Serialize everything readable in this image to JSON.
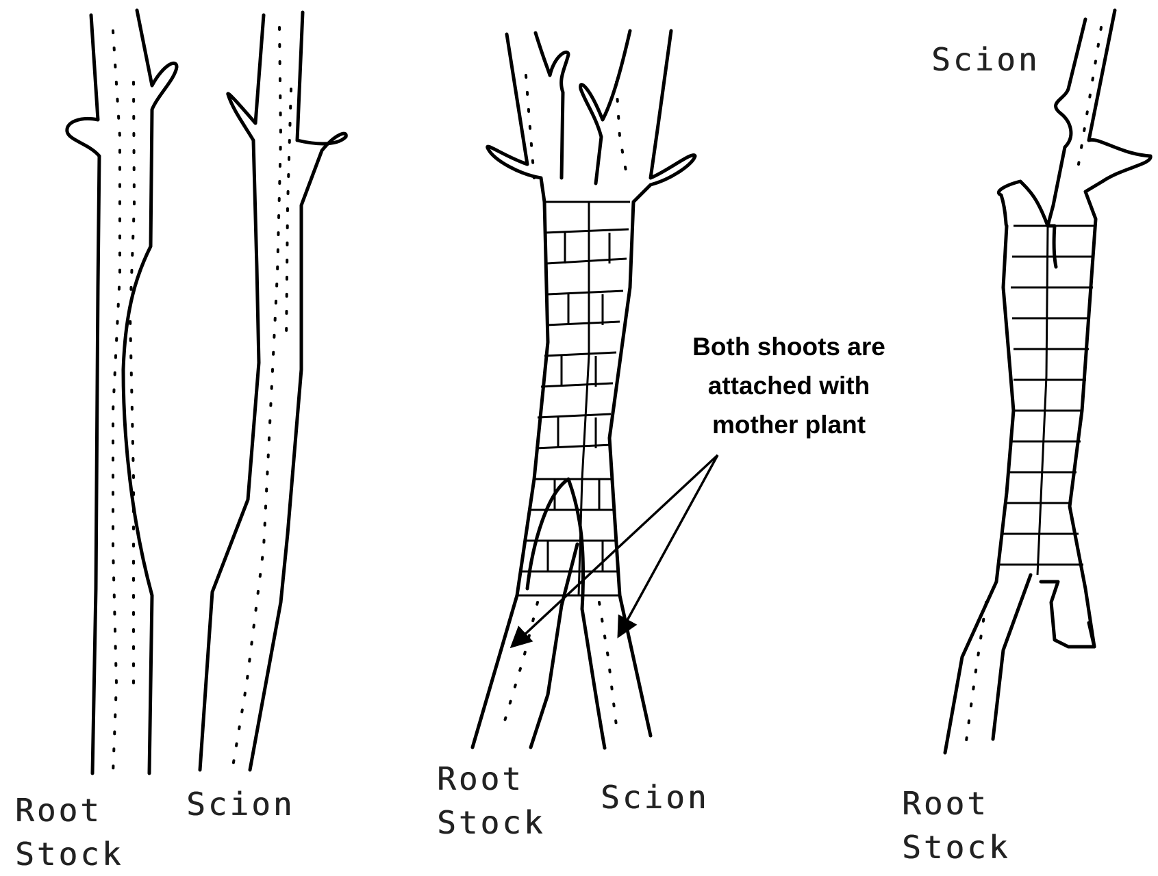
{
  "labels": {
    "rootstock_1": "Root Stock",
    "scion_1": "Scion",
    "rootstock_2": "Root Stock",
    "scion_2": "Scion",
    "scion_3": "Scion",
    "rootstock_3": "Root Stock"
  },
  "annotation": {
    "line1": "Both shoots are",
    "line2": "attached with",
    "line3": "mother plant"
  }
}
